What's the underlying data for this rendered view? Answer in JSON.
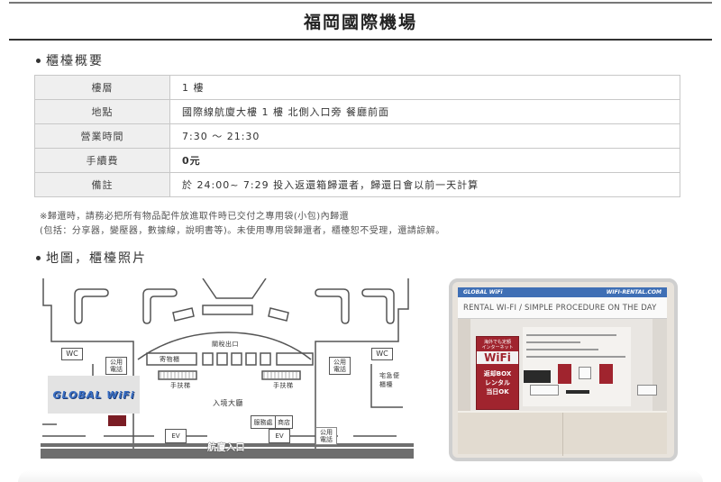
{
  "page": {
    "title": "福岡國際機場"
  },
  "overview": {
    "heading": "櫃檯概要",
    "rows": [
      {
        "label": "樓層",
        "value": "1 樓",
        "bold": false
      },
      {
        "label": "地點",
        "value": "國際線航廈大樓 1 樓 北側入口旁 餐廳前面",
        "bold": false
      },
      {
        "label": "營業時間",
        "value": "7:30 ～ 21:30",
        "bold": false
      },
      {
        "label": "手續費",
        "value": "0元",
        "bold": true
      },
      {
        "label": "備註",
        "value": "於 24:00~ 7:29 投入返還箱歸還者，歸還日會以前一天計算",
        "bold": false
      }
    ],
    "notes": [
      "※歸還時，請務必把所有物品配件放進取件時已交付之專用袋(小包)內歸還",
      "(包括：分享器，變壓器，數據線，說明書等)。未使用專用袋歸還者，櫃檯恕不受理，還請諒解。"
    ]
  },
  "map_section": {
    "heading": "地圖，櫃檯照片",
    "map": {
      "labels": {
        "wc_left": "WC",
        "wc_right": "WC",
        "phone_left": "公用\n電話",
        "phone_right": "公用\n電話",
        "phone_bottom": "公用\n電話",
        "locker": "寄物櫃",
        "customs_exit": "關稅出口",
        "escalator_left": "手扶梯",
        "escalator_right": "手扶梯",
        "arrival_hall": "入境大廳",
        "service": "服務處",
        "shop": "商店",
        "ev_left": "EV",
        "ev_right": "EV",
        "delivery": "宅急便\n櫃檯",
        "entrance": "航廈入口",
        "logo": "GLOBAL WiFi"
      },
      "colors": {
        "counter_marker": "#7a1c24",
        "road": "#6e6e6e",
        "walls": "#555555"
      }
    },
    "photo": {
      "banner_brand": "GLOBAL WiFi",
      "banner_url": "WIFI-RENTAL.COM",
      "banner_text": "RENTAL WI-FI / SIMPLE PROCEDURE ON THE DAY",
      "box_top_text": "海外でも定額\nインターネット",
      "box_wifi": "WiFi",
      "box_bottom_text": "返却BOX\nレンタル\n当日OK",
      "colors": {
        "banner_blue": "#3f6fb5",
        "box_red": "#a0242e"
      }
    }
  }
}
